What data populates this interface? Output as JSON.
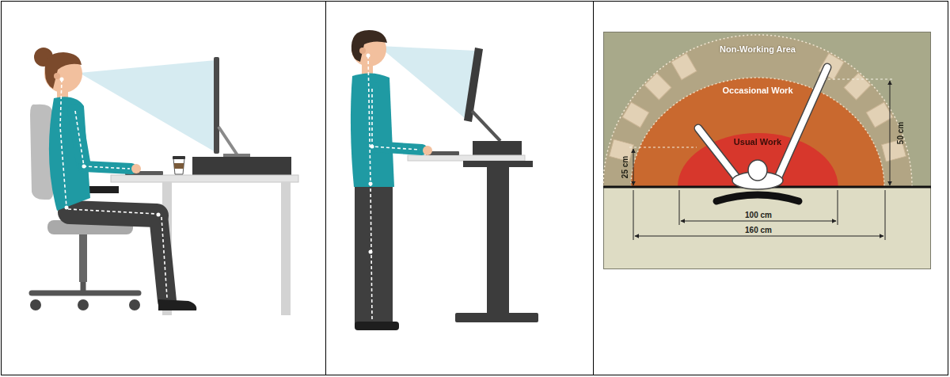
{
  "diagram": {
    "nodes": [
      {
        "text": [
          "Non-Working Area"
        ]
      },
      {
        "text": [
          "Occasional Work"
        ],
        "in": 0
      },
      {
        "text": [
          "Usual Work"
        ],
        "in": 1
      }
    ],
    "labels": [
      "25 cm",
      "50 cm",
      "100 cm",
      "160 cm"
    ]
  }
}
